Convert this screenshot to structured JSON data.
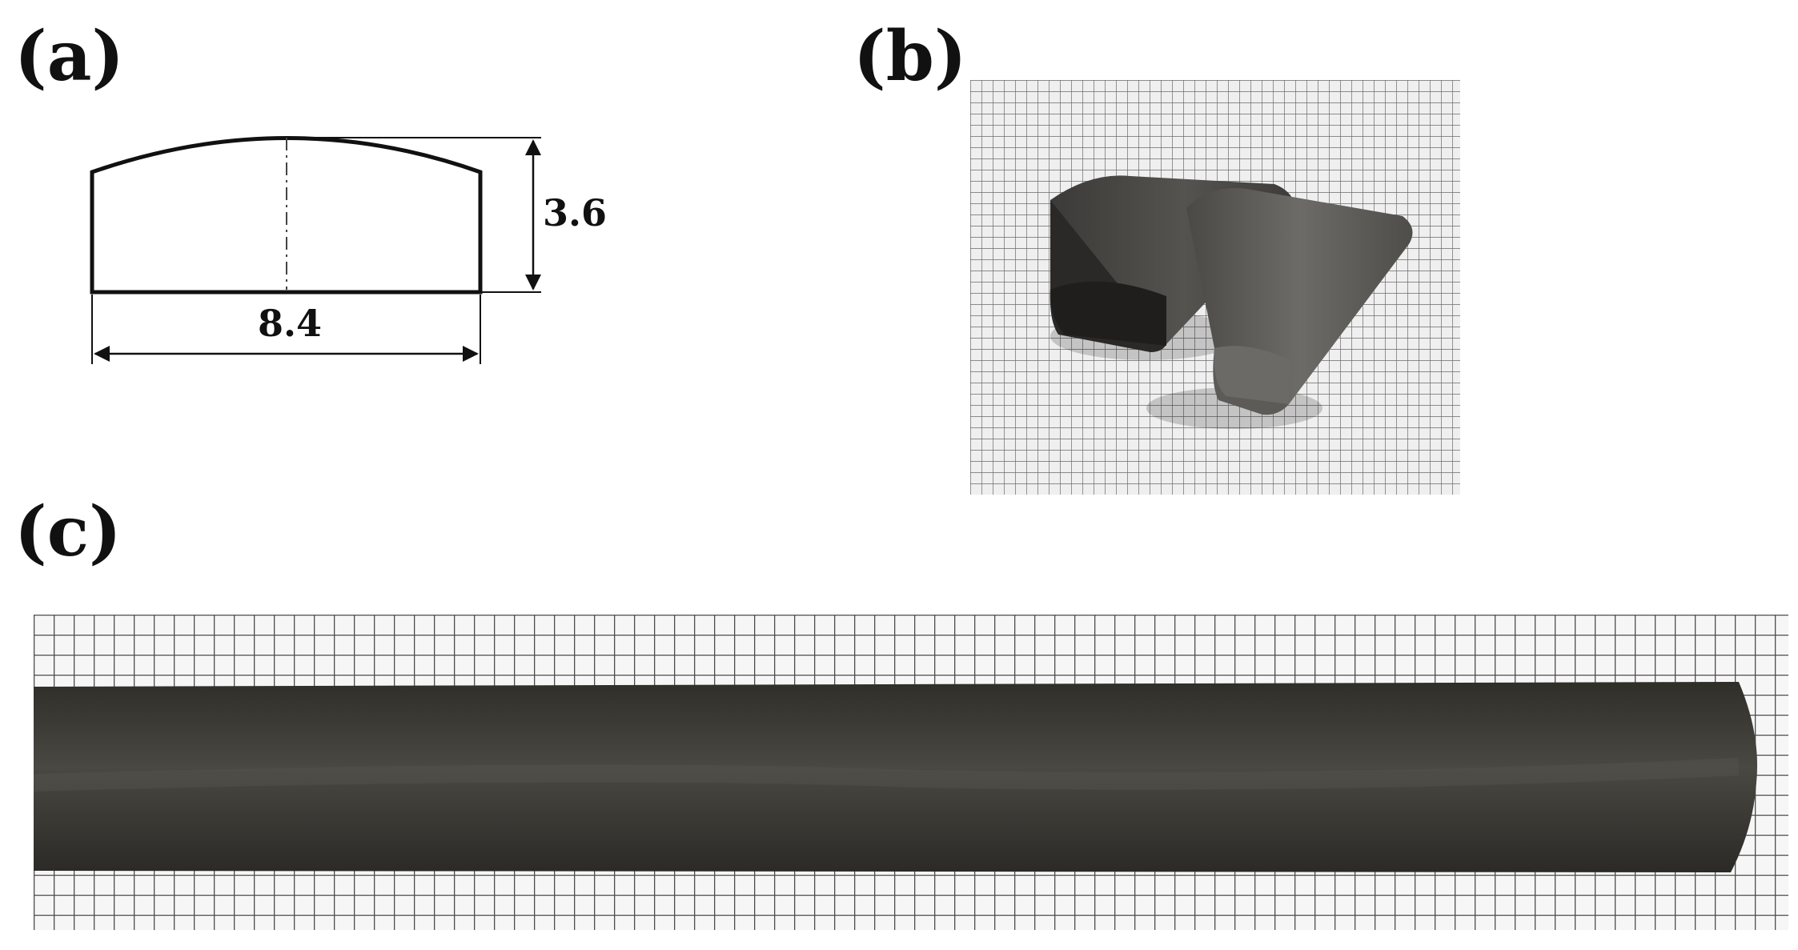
{
  "panels": {
    "a": {
      "label": "(a)",
      "height_dim": "3.6",
      "width_dim": "8.4"
    },
    "b": {
      "label": "(b)"
    },
    "c": {
      "label": "(c)"
    }
  },
  "colors": {
    "background": "#ffffff",
    "line": "#111111",
    "grid_paper": "#f4f4f4",
    "grid_line": "#5a5a5a",
    "specimen": "#35332f"
  }
}
